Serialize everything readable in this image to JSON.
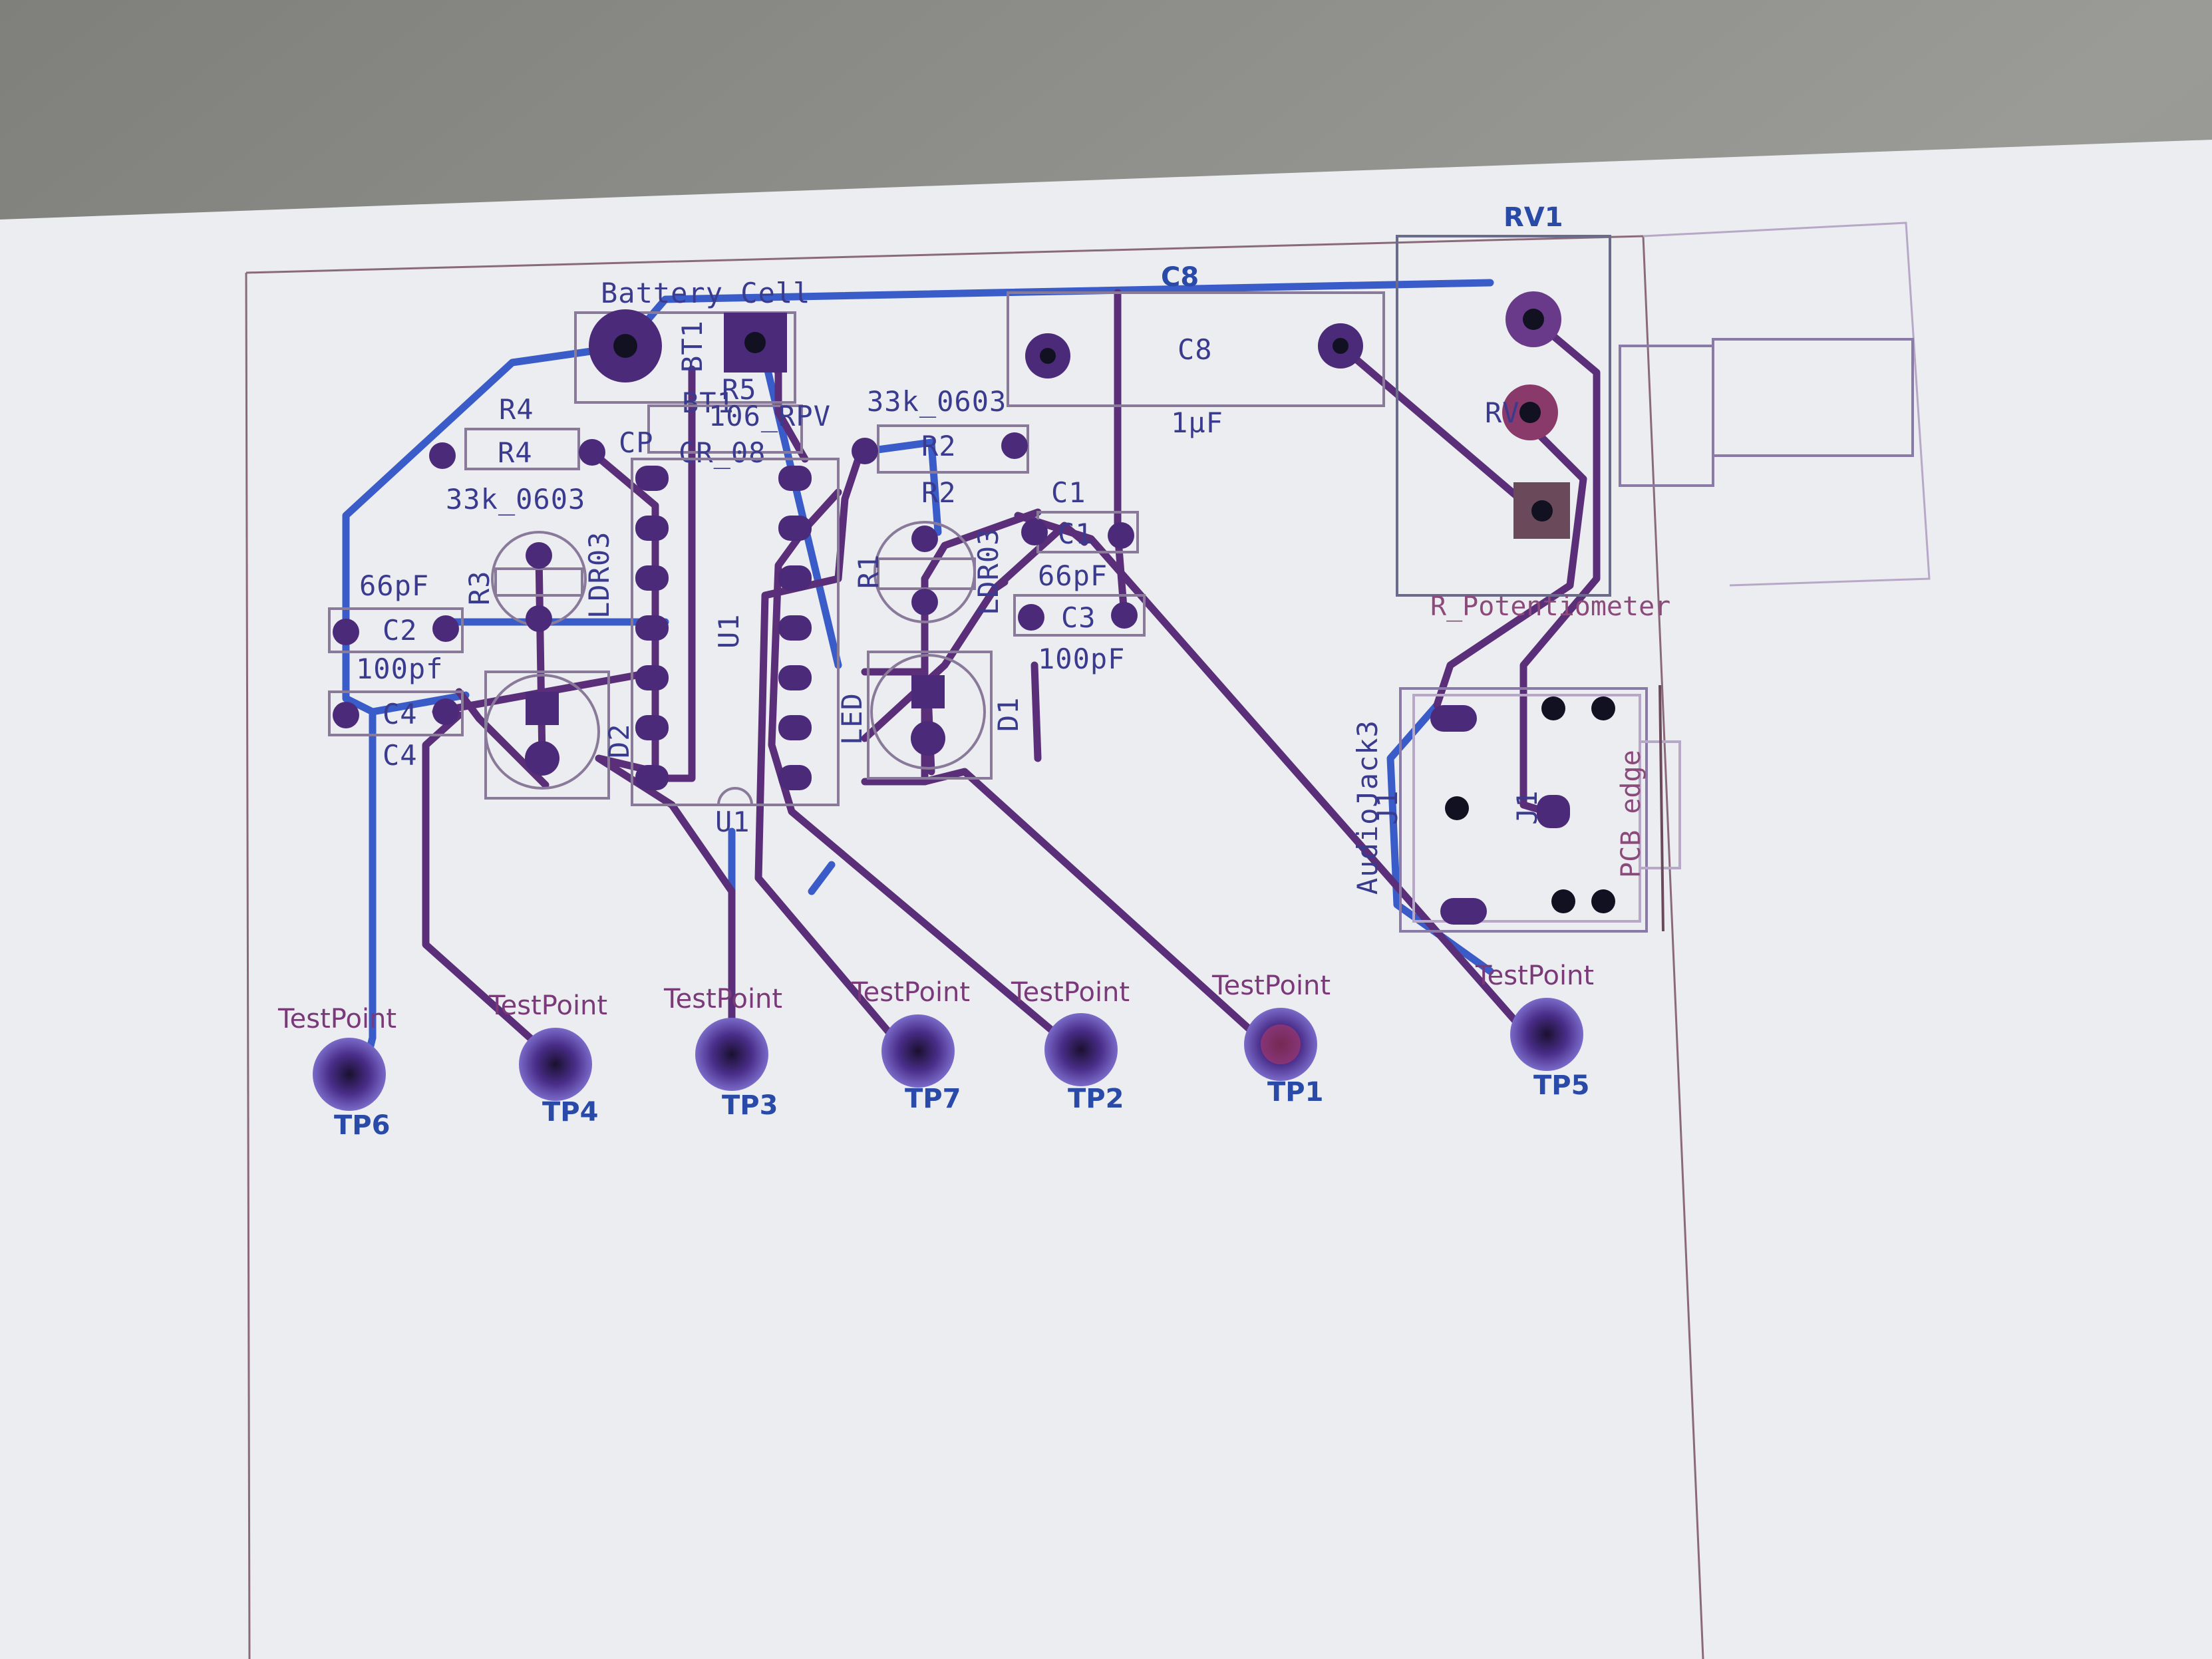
{
  "board": {
    "battery": {
      "label": "Battery Cell",
      "ref": "BT1",
      "ref_alt": "BT1"
    },
    "resistors": {
      "r4": {
        "ref": "R4",
        "value": "33k_0603",
        "body": "R4"
      },
      "r2": {
        "ref": "R2",
        "value": "33k_0603",
        "body": "R2"
      },
      "r5": {
        "ref": "R5",
        "value": "106_RPV",
        "overlap": "CR_08"
      }
    },
    "capacitors": {
      "c8": {
        "ref": "C8",
        "value": "1µF",
        "body": "C8"
      },
      "c1": {
        "ref": "C1",
        "body": "C1",
        "value": "66pF"
      },
      "c2": {
        "value": "66pF",
        "body": "C2"
      },
      "c3": {
        "body": "C3",
        "value": "100pF"
      },
      "c4": {
        "body": "C4",
        "ref": "C4",
        "value": "100pf"
      }
    },
    "chip": {
      "ref": "U1",
      "ref_outer": "U1"
    },
    "diodes": {
      "d1": {
        "ref": "D1",
        "side": "LED"
      },
      "d2": {
        "ref": "D2"
      },
      "ldr_left": {
        "label": "LDR03",
        "ref": "R3"
      },
      "ldr_right": {
        "label": "LDR03",
        "ref": "R1"
      },
      "cp": "CP"
    },
    "potentiometer": {
      "ref": "RV1",
      "ref_inner": "RV",
      "label": "R_Potentiometer"
    },
    "jack": {
      "label": "AudioJack3",
      "ref": "J1",
      "ref_inner": "J1",
      "edge": "PCB edge"
    },
    "testpoints": [
      {
        "label": "TestPoint",
        "ref": "TP6"
      },
      {
        "label": "TestPoint",
        "ref": "TP4"
      },
      {
        "label": "TestPoint",
        "ref": "TP3"
      },
      {
        "label": "TestPoint",
        "ref": "TP7"
      },
      {
        "label": "TestPoint",
        "ref": "TP2"
      },
      {
        "label": "TestPoint",
        "ref": "TP1"
      },
      {
        "label": "TestPoint",
        "ref": "TP5"
      }
    ]
  },
  "colors": {
    "paper": "#eceef1",
    "trace_top": "#3a5cc8",
    "trace_bottom": "#5a2e78",
    "silkscreen": "#3a3a8e",
    "background": "#8e8e8a"
  }
}
